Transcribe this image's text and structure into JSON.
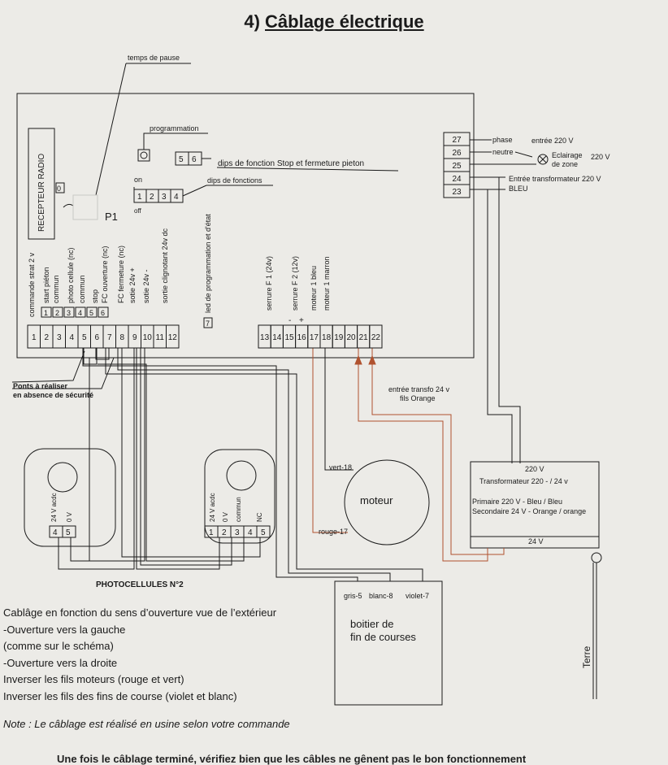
{
  "title": {
    "number": "4)",
    "text": "Câblage électrique"
  },
  "board": {
    "temps_de_pause": "temps de pause",
    "programmation": "programmation",
    "dips_stop": "dips de fonction Stop et fermeture pieton",
    "dips_fonctions": "dips de fonctions",
    "on": "on",
    "off": "off",
    "recepteur_radio": "RECEPTEUR RADIO",
    "p1": "P1",
    "zero": "0",
    "led_state": "led de programmation et d'état",
    "led_num": "7",
    "dip_56": [
      "5",
      "6"
    ],
    "dip_1234": [
      "1",
      "2",
      "3",
      "4"
    ],
    "small_nums": [
      "1",
      "2",
      "3",
      "4",
      "5",
      "6"
    ],
    "plus": "+",
    "minus": "-"
  },
  "terminal_labels_left": [
    "commande strat 2 v",
    "start piéton",
    "commun",
    "photo cellule  (nc)",
    "commun",
    "stop",
    "FC ouverture (nc)",
    "FC fermeture (nc)",
    "sotie 24v +",
    "sotie 24v -",
    "sortie clignotant 24v dc"
  ],
  "terminal_labels_right": [
    "serrure F 1 (24v)",
    "serrure F 2 (12v)",
    "moteur 1 bleu",
    "moteur 1 marron"
  ],
  "terminals_left": [
    "1",
    "2",
    "3",
    "4",
    "5",
    "6",
    "7",
    "8",
    "9",
    "10",
    "11",
    "12"
  ],
  "terminals_right": [
    "13",
    "14",
    "15",
    "16",
    "17",
    "18",
    "19",
    "20",
    "21",
    "22"
  ],
  "power_block": {
    "terminals": [
      "27",
      "26",
      "25",
      "24",
      "23"
    ],
    "phase": "phase",
    "neutre": "neutre",
    "entree_220": "entrée 220 V",
    "eclairage": "Eclairage",
    "de_zone": "de zone",
    "eclairage_v": "220 V",
    "entree_transfo": "Entrée transformateur 220 V",
    "bleu": "BLEU"
  },
  "ponts": {
    "line1": "Ponts à réaliser",
    "line2": "en absence de sécurité"
  },
  "transfo_orange": {
    "line1": "entrée transfo 24 v",
    "line2": "fils Orange"
  },
  "photocell_1": {
    "labels": [
      "24 V acdc",
      "0 V"
    ],
    "terminals": [
      "4",
      "5"
    ]
  },
  "photocell_2": {
    "labels": [
      "24 V acdc",
      "0 V",
      "commun",
      "NC"
    ],
    "terminals": [
      "1",
      "2",
      "3",
      "4",
      "5"
    ]
  },
  "photocellules": "PHOTOCELLULES N°2",
  "moteur": {
    "label": "moteur",
    "vert": "vert-18",
    "rouge": "rouge-17"
  },
  "transformateur": {
    "v220": "220 V",
    "title": "Transformateur 220 - / 24 v",
    "primaire": "Primaire 220 V - Bleu / Bleu",
    "secondaire": "Secondaire 24 V - Orange / orange",
    "v24": "24 V"
  },
  "fin_de_courses": {
    "gris": "gris-5",
    "blanc": "blanc-8",
    "violet": "violet-7",
    "line1": "boitier de",
    "line2": "fin de courses"
  },
  "terre": "Terre",
  "notes": [
    "Cablâge en fonction du sens d’ouverture vue de l’extérieur",
    "-Ouverture vers la gauche",
    "(comme sur le schéma)",
    "-Ouverture vers la droite",
    "Inverser les fils moteurs (rouge et vert)",
    "Inverser les fils des fins de course (violet et blanc)"
  ],
  "note_italic": "Note : Le câblage est réalisé en usine selon votre commande",
  "cut_text": "Une fois le câblage terminé, vérifiez bien que les câbles ne gênent pas le bon fonctionnement",
  "colors": {
    "line": "#1a1a1a",
    "orange_wire": "#b0522f",
    "background": "#ecebe7"
  }
}
